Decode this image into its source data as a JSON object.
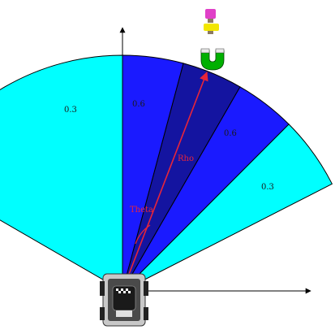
{
  "diagram": {
    "sectors": [
      {
        "label": "0.3",
        "color": "#00ffff"
      },
      {
        "label": "0.6",
        "color": "#1a1aff"
      },
      {
        "label": "",
        "color": "#1414a0"
      },
      {
        "label": "0.6",
        "color": "#1a1aff"
      },
      {
        "label": "0.3",
        "color": "#00ffff"
      }
    ],
    "vector_label": "Rho",
    "angle_label": "Theta",
    "colors": {
      "vector": "#e8253a",
      "outline": "#000000",
      "axis": "#000000"
    }
  }
}
